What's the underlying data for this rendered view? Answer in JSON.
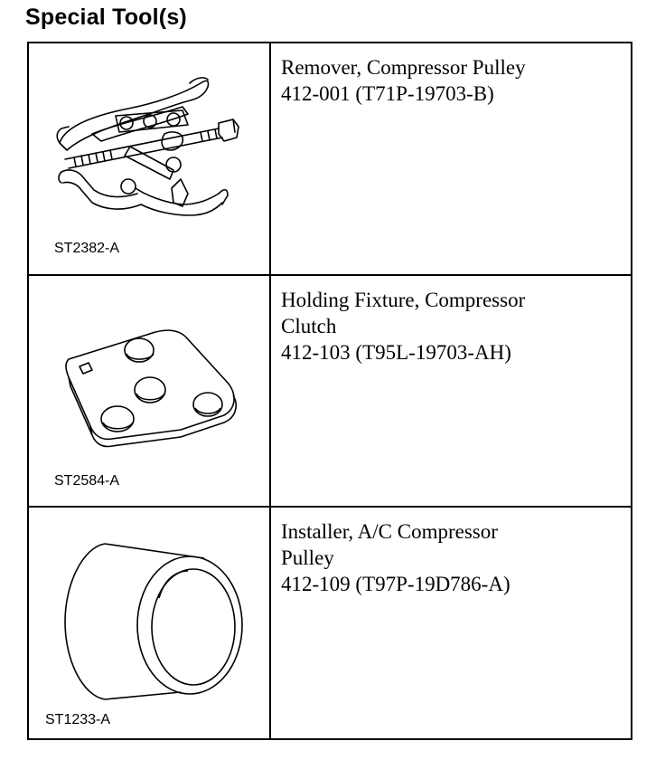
{
  "document": {
    "heading": "Special Tool(s)"
  },
  "tools": [
    {
      "image_code": "ST2382-A",
      "icon": "puller-icon",
      "name_lines": [
        "Remover, Compressor Pulley"
      ],
      "part": "412-001 (T71P-19703-B)"
    },
    {
      "image_code": "ST2584-A",
      "icon": "holding-fixture-icon",
      "name_lines": [
        "Holding Fixture, Compressor",
        "Clutch"
      ],
      "part": "412-103 (T95L-19703-AH)"
    },
    {
      "image_code": "ST1233-A",
      "icon": "installer-sleeve-icon",
      "name_lines": [
        "Installer, A/C Compressor",
        "Pulley"
      ],
      "part": "412-109 (T97P-19D786-A)"
    }
  ]
}
